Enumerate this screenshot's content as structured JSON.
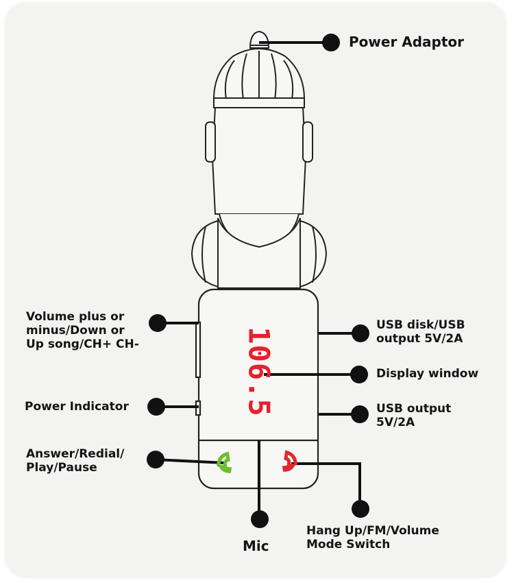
{
  "labels": {
    "power_adaptor": "Power Adaptor",
    "volume": "Volume plus or\nminus/Down or\nUp song/CH+ CH-",
    "power_indicator": "Power Indicator",
    "answer": "Answer/Redial/\nPlay/Pause",
    "usb_disk": "USB disk/USB\noutput 5V/2A",
    "display_window": "Display window",
    "usb_output": "USB output\n5V/2A",
    "mic": "Mic",
    "hang_up": "Hang Up/FM/Volume\nMode Switch"
  },
  "display": {
    "frequency": "106.5",
    "color": "#e8202a"
  },
  "colors": {
    "answer_button": "#6abf2a",
    "hangup_button": "#e0282e",
    "line": "#111111"
  },
  "icons": {
    "answer": "phone-answer-icon",
    "hangup": "phone-hangup-icon"
  }
}
